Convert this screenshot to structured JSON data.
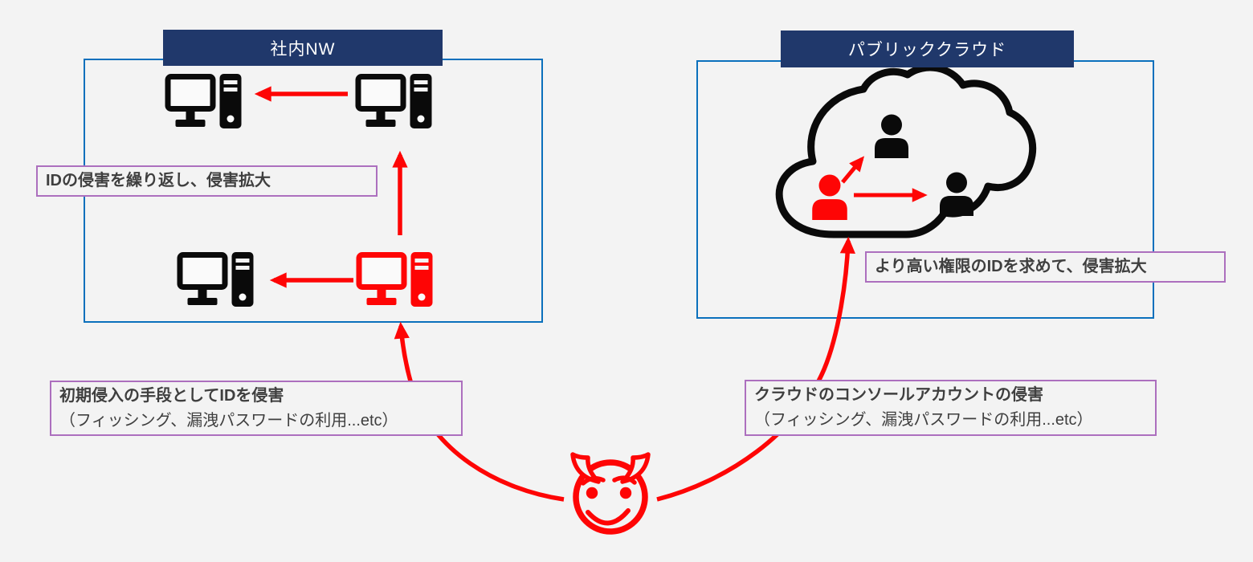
{
  "colors": {
    "background": "#F3F3F3",
    "box_border": "#0A70BC",
    "header_bg": "#20386B",
    "header_text": "#FFFFFF",
    "label_border": "#AC6FBE",
    "label_text": "#3F3F3F",
    "attack": "#FE0505",
    "icon_black": "#0A0A0A"
  },
  "internal_network": {
    "title": "社内NW",
    "label_spread": "IDの侵害を繰り返し、侵害拡大"
  },
  "public_cloud": {
    "title": "パブリッククラウド",
    "label_spread": "より高い権限のIDを求めて、侵害拡大"
  },
  "attack_initial": {
    "line1": "初期侵入の手段としてIDを侵害",
    "line2": "（フィッシング、漏洩パスワードの利用...etc）"
  },
  "attack_cloud": {
    "line1": "クラウドのコンソールアカウントの侵害",
    "line2": "（フィッシング、漏洩パスワードの利用...etc）"
  },
  "icons": {
    "computer": "desktop-computer-icon",
    "person": "user-icon",
    "cloud": "cloud-icon",
    "attacker": "devil-face-icon"
  }
}
